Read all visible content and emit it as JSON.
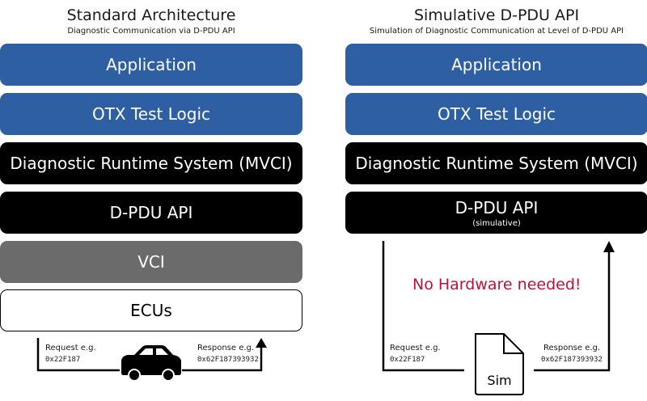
{
  "left": {
    "title": "Standard Architecture",
    "subtitle": "Diagnostic Communication via D-PDU API",
    "layers": [
      {
        "label": "Application",
        "style": "blue"
      },
      {
        "label": "OTX Test Logic",
        "style": "blue"
      },
      {
        "label": "Diagnostic Runtime System (MVCI)",
        "style": "black"
      },
      {
        "label": "D-PDU API",
        "style": "black"
      },
      {
        "label": "VCI",
        "style": "gray"
      },
      {
        "label": "ECUs",
        "style": "white"
      }
    ],
    "request_label": "Request e.g.",
    "request_value": "0x22F187",
    "response_label": "Response e.g.",
    "response_value": "0x62F187393932",
    "device_icon": "car-icon"
  },
  "right": {
    "title": "Simulative D-PDU API",
    "subtitle": "Simulation of Diagnostic Communication at Level of D-PDU API",
    "layers": [
      {
        "label": "Application",
        "style": "blue"
      },
      {
        "label": "OTX Test Logic",
        "style": "blue"
      },
      {
        "label": "Diagnostic Runtime System (MVCI)",
        "style": "black"
      },
      {
        "label": "D-PDU API",
        "sublabel": "(simulative)",
        "style": "black"
      }
    ],
    "no_hardware_text": "No Hardware needed!",
    "request_label": "Request e.g.",
    "request_value": "0x22F187",
    "response_label": "Response e.g.",
    "response_value": "0x62F187393932",
    "sim_label": "Sim",
    "device_icon": "sim-file-icon"
  },
  "colors": {
    "blue": "#2e5fa3",
    "black": "#000000",
    "gray": "#6b6b6b",
    "highlight": "#c0103a"
  }
}
